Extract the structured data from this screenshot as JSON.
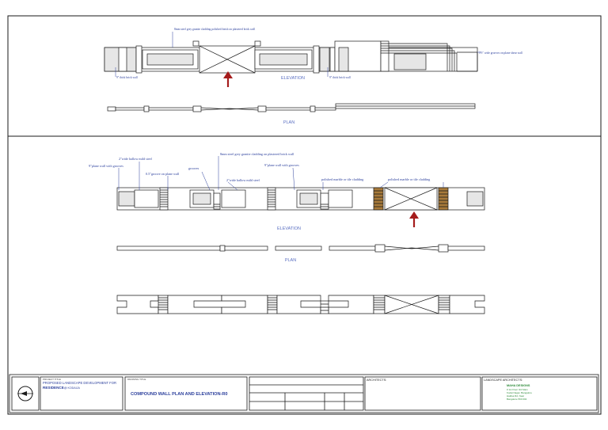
{
  "colors": {
    "line": "#1a1a1a",
    "annotation_blue": "#2b3f9c",
    "view_label": "#5a6fc2",
    "arrow": "#a51c1c",
    "wall_fill": "#e6e6e6",
    "wood": "#a87a3a",
    "brand_green": "#2e8b3a"
  },
  "icons": {
    "north_arrow": "north-arrow-icon",
    "entry_arrow": "entry-arrow-icon"
  },
  "top_drawing": {
    "annot_cladding": "8mm steel grey granite cladding polished finish on plastered brick wall",
    "annot_grooves": "1½\" wide grooves on plane shear wall",
    "annot_brick_left": "9\" thick brick wall",
    "annot_brick_right": "9\" thick brick wall",
    "elevation_label": "ELEVATION",
    "plan_label": "PLAN"
  },
  "bottom_drawing": {
    "annot_railing1": "2\"wide hallow mild steel",
    "annot_plane_wall": "9\"plane wall with grooves",
    "annot_grooves_on_wall": "0.5\"groove on plane wall",
    "annot_grooves": "grooves",
    "annot_cladding": "8mm steel grey granite cladding on plastered brick wall",
    "annot_plane_wall2": "9\"plane wall with grooves",
    "annot_railing2": "2\"wide hallow mild steel",
    "annot_marble1": "polished marble or tile cladding",
    "annot_marble2": "polished marble or tile cladding",
    "elevation_label": "ELEVATION",
    "plan_label": "PLAN"
  },
  "title_block": {
    "project_caption": "PROJECT TITLE",
    "project_line1": "PROPOSED LANDSCAPE DEVELOPMENT FOR",
    "project_line2_bold": "RESIDENCE",
    "project_line2_rest": "@ KODAIJA",
    "drawing_caption": "DRAWING TITLE",
    "drawing_title": "COMPOUND WALL PLAN AND ELEVATION-R0",
    "architects_label": "ARCHITECTS:",
    "landscape_label": "LANDSCAPE ARCHITECTS:",
    "landscape_firm": "MAHA DESIGNS",
    "landscape_lines": [
      "# 1st Floor 3rd Main",
      "Kodai Nagar, Bangalore",
      "Haldsa Rd, Near",
      "Bangalore 560 002"
    ]
  }
}
